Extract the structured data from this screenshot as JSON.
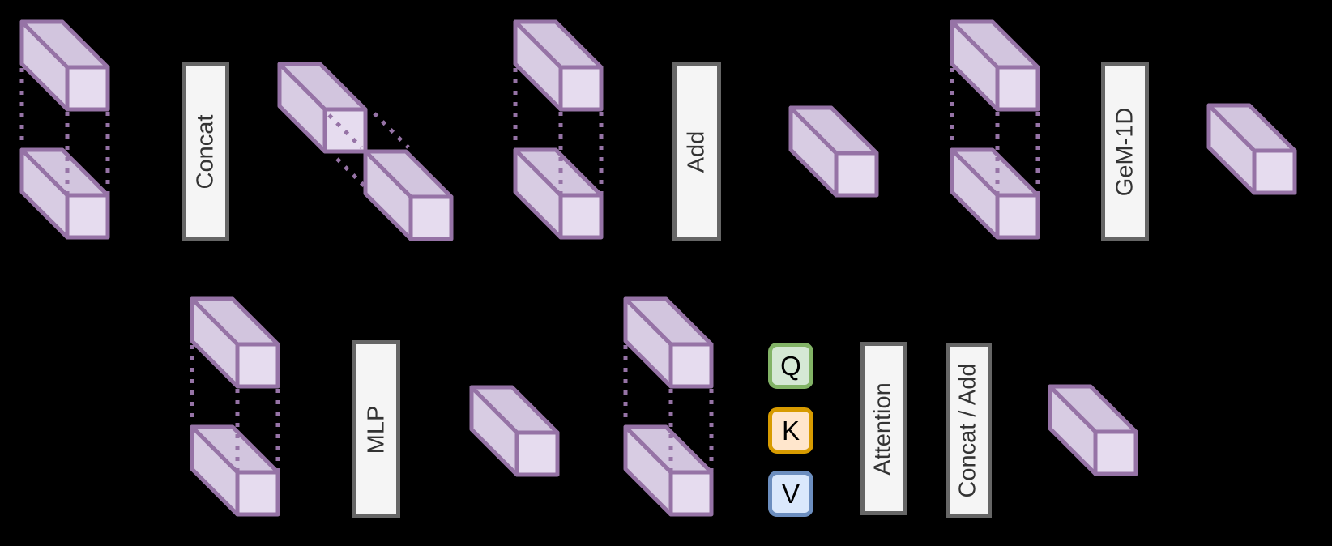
{
  "figure": {
    "background": "#000000",
    "ops": {
      "concat": "Concat",
      "add": "Add",
      "gem1d": "GeM-1D",
      "mlp": "MLP",
      "attention": "Attention",
      "concat_add": "Concat / Add"
    },
    "attention_inputs": {
      "q": "Q",
      "k": "K",
      "v": "V"
    },
    "colors": {
      "bg": "#000000",
      "tensor-fill-front": "#E6DCEF",
      "tensor-fill-top": "#D2C5DE",
      "tensor-fill-side": "#D8CCE3",
      "tensor-stroke": "#9673A6",
      "op-fill": "#F5F5F5",
      "op-stroke": "#666666",
      "op-text": "#333333",
      "q-fill": "#D5E8D4",
      "q-stroke": "#82B366",
      "k-fill": "#FFE6CC",
      "k-stroke": "#D79B00",
      "v-fill": "#DAE8FC",
      "v-stroke": "#6C8EBF"
    }
  }
}
